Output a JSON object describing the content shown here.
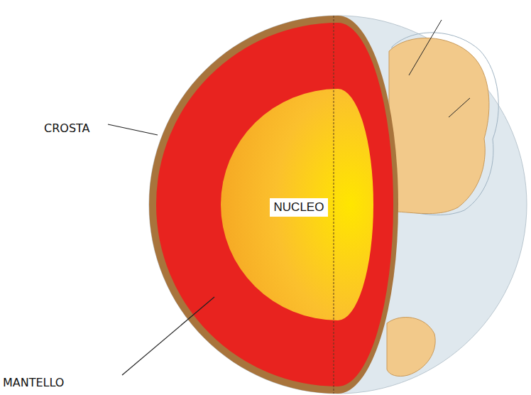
{
  "diagram": {
    "labels": [
      "CROSTA",
      "NUCLEO",
      "MANTELLO"
    ]
  }
}
